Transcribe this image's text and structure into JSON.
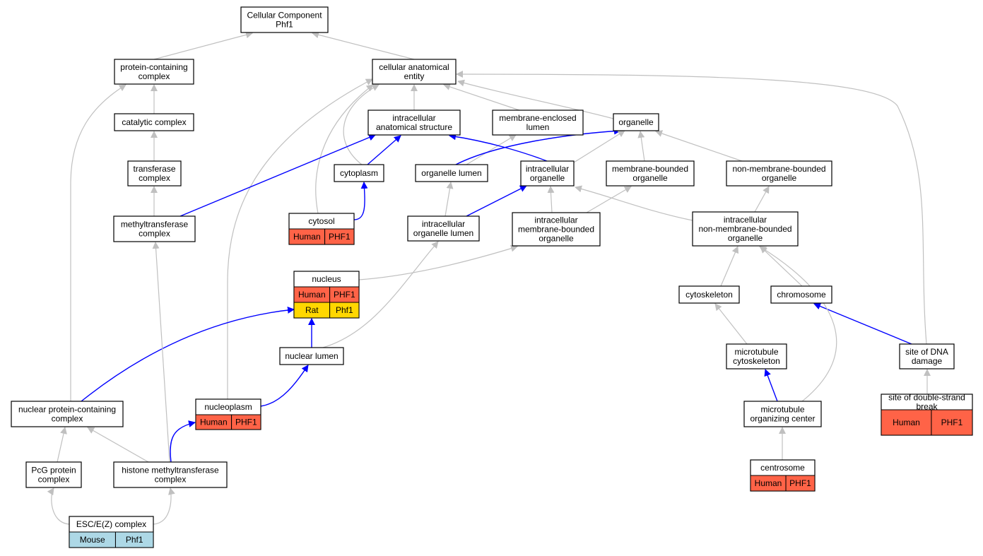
{
  "colors": {
    "human": "#ff6347",
    "rat": "#ffd700",
    "mouse": "#add8e6",
    "gray_edge": "#c0c0c0",
    "blue_edge": "#0000ff"
  },
  "nodes": [
    {
      "id": "root",
      "lines": [
        "Cellular Component",
        "Phf1"
      ]
    },
    {
      "id": "pcc",
      "lines": [
        "protein-containing",
        "complex"
      ]
    },
    {
      "id": "cae",
      "lines": [
        "cellular anatomical",
        "entity"
      ]
    },
    {
      "id": "catalytic",
      "lines": [
        "catalytic complex"
      ]
    },
    {
      "id": "transferase",
      "lines": [
        "transferase",
        "complex"
      ]
    },
    {
      "id": "methyltransferase",
      "lines": [
        "methyltransferase",
        "complex"
      ]
    },
    {
      "id": "ias",
      "lines": [
        "intracellular",
        "anatomical structure"
      ]
    },
    {
      "id": "mel",
      "lines": [
        "membrane-enclosed",
        "lumen"
      ]
    },
    {
      "id": "organelle",
      "lines": [
        "organelle"
      ]
    },
    {
      "id": "cytoplasm",
      "lines": [
        "cytoplasm"
      ]
    },
    {
      "id": "orglumen",
      "lines": [
        "organelle lumen"
      ]
    },
    {
      "id": "intorg",
      "lines": [
        "intracellular",
        "organelle"
      ]
    },
    {
      "id": "mbo",
      "lines": [
        "membrane-bounded",
        "organelle"
      ]
    },
    {
      "id": "nmbo",
      "lines": [
        "non-membrane-bounded",
        "organelle"
      ]
    },
    {
      "id": "cytosol",
      "lines": [
        "cytosol"
      ],
      "annotations": [
        {
          "species": "Human",
          "gene": "PHF1",
          "color": "human"
        }
      ]
    },
    {
      "id": "iol",
      "lines": [
        "intracellular",
        "organelle lumen"
      ]
    },
    {
      "id": "imbo",
      "lines": [
        "intracellular",
        "membrane-bounded",
        "organelle"
      ]
    },
    {
      "id": "inmbo",
      "lines": [
        "intracellular",
        "non-membrane-bounded",
        "organelle"
      ]
    },
    {
      "id": "nucleus",
      "lines": [
        "nucleus"
      ],
      "annotations": [
        {
          "species": "Human",
          "gene": "PHF1",
          "color": "human"
        },
        {
          "species": "Rat",
          "gene": "Phf1",
          "color": "rat"
        }
      ]
    },
    {
      "id": "cytoskeleton",
      "lines": [
        "cytoskeleton"
      ]
    },
    {
      "id": "chromosome",
      "lines": [
        "chromosome"
      ]
    },
    {
      "id": "nuclumen",
      "lines": [
        "nuclear lumen"
      ]
    },
    {
      "id": "mtcyto",
      "lines": [
        "microtubule",
        "cytoskeleton"
      ]
    },
    {
      "id": "sdd",
      "lines": [
        "site of DNA",
        "damage"
      ]
    },
    {
      "id": "npcc",
      "lines": [
        "nuclear protein-containing",
        "complex"
      ]
    },
    {
      "id": "nucleoplasm",
      "lines": [
        "nucleoplasm"
      ],
      "annotations": [
        {
          "species": "Human",
          "gene": "PHF1",
          "color": "human"
        }
      ]
    },
    {
      "id": "mtoc",
      "lines": [
        "microtubule",
        "organizing center"
      ]
    },
    {
      "id": "sdsb",
      "lines": [
        "site of double-strand",
        "break"
      ],
      "annotations": [
        {
          "species": "Human",
          "gene": "PHF1",
          "color": "human"
        }
      ]
    },
    {
      "id": "pcg",
      "lines": [
        "PcG protein",
        "complex"
      ]
    },
    {
      "id": "hmtc",
      "lines": [
        "histone methyltransferase",
        "complex"
      ]
    },
    {
      "id": "centrosome",
      "lines": [
        "centrosome"
      ],
      "annotations": [
        {
          "species": "Human",
          "gene": "PHF1",
          "color": "human"
        }
      ]
    },
    {
      "id": "esc",
      "lines": [
        "ESC/E(Z) complex"
      ],
      "annotations": [
        {
          "species": "Mouse",
          "gene": "Phf1",
          "color": "mouse"
        }
      ]
    }
  ],
  "edges": [
    {
      "from": "pcc",
      "to": "root",
      "kind": "gray"
    },
    {
      "from": "cae",
      "to": "root",
      "kind": "gray"
    },
    {
      "from": "catalytic",
      "to": "pcc",
      "kind": "gray"
    },
    {
      "from": "transferase",
      "to": "catalytic",
      "kind": "gray"
    },
    {
      "from": "methyltransferase",
      "to": "transferase",
      "kind": "gray"
    },
    {
      "from": "ias",
      "to": "cae",
      "kind": "gray"
    },
    {
      "from": "mel",
      "to": "cae",
      "kind": "gray"
    },
    {
      "from": "organelle",
      "to": "cae",
      "kind": "gray"
    },
    {
      "from": "cytoplasm",
      "to": "cae",
      "kind": "gray"
    },
    {
      "from": "cytosol",
      "to": "cae",
      "kind": "gray"
    },
    {
      "from": "nucleoplasm",
      "to": "cae",
      "kind": "gray"
    },
    {
      "from": "sdd",
      "to": "cae",
      "kind": "gray"
    },
    {
      "from": "npcc",
      "to": "pcc",
      "kind": "gray"
    },
    {
      "from": "orglumen",
      "to": "mel",
      "kind": "gray"
    },
    {
      "from": "orglumen",
      "to": "organelle",
      "kind": "blue"
    },
    {
      "from": "intorg",
      "to": "ias",
      "kind": "blue"
    },
    {
      "from": "intorg",
      "to": "organelle",
      "kind": "gray"
    },
    {
      "from": "mbo",
      "to": "organelle",
      "kind": "gray"
    },
    {
      "from": "nmbo",
      "to": "organelle",
      "kind": "gray"
    },
    {
      "from": "cytoplasm",
      "to": "ias",
      "kind": "blue"
    },
    {
      "from": "methyltransferase",
      "to": "ias",
      "kind": "blue"
    },
    {
      "from": "cytosol",
      "to": "cytoplasm",
      "kind": "blue"
    },
    {
      "from": "iol",
      "to": "orglumen",
      "kind": "gray"
    },
    {
      "from": "iol",
      "to": "intorg",
      "kind": "blue"
    },
    {
      "from": "imbo",
      "to": "intorg",
      "kind": "gray"
    },
    {
      "from": "imbo",
      "to": "mbo",
      "kind": "gray"
    },
    {
      "from": "inmbo",
      "to": "intorg",
      "kind": "gray"
    },
    {
      "from": "inmbo",
      "to": "nmbo",
      "kind": "gray"
    },
    {
      "from": "nucleus",
      "to": "imbo",
      "kind": "gray"
    },
    {
      "from": "nuclumen",
      "to": "nucleus",
      "kind": "blue"
    },
    {
      "from": "nuclumen",
      "to": "iol",
      "kind": "gray"
    },
    {
      "from": "cytoskeleton",
      "to": "inmbo",
      "kind": "gray"
    },
    {
      "from": "chromosome",
      "to": "inmbo",
      "kind": "gray"
    },
    {
      "from": "mtcyto",
      "to": "cytoskeleton",
      "kind": "gray"
    },
    {
      "from": "sdd",
      "to": "chromosome",
      "kind": "blue"
    },
    {
      "from": "npcc",
      "to": "nucleus",
      "kind": "blue"
    },
    {
      "from": "nucleoplasm",
      "to": "nuclumen",
      "kind": "blue"
    },
    {
      "from": "mtoc",
      "to": "mtcyto",
      "kind": "blue"
    },
    {
      "from": "mtoc",
      "to": "inmbo",
      "kind": "gray"
    },
    {
      "from": "sdsb",
      "to": "sdd",
      "kind": "gray"
    },
    {
      "from": "pcg",
      "to": "npcc",
      "kind": "gray"
    },
    {
      "from": "hmtc",
      "to": "npcc",
      "kind": "gray"
    },
    {
      "from": "hmtc",
      "to": "methyltransferase",
      "kind": "gray"
    },
    {
      "from": "hmtc",
      "to": "nucleoplasm",
      "kind": "blue"
    },
    {
      "from": "centrosome",
      "to": "mtoc",
      "kind": "gray"
    },
    {
      "from": "esc",
      "to": "pcg",
      "kind": "gray"
    },
    {
      "from": "esc",
      "to": "hmtc",
      "kind": "gray"
    }
  ]
}
